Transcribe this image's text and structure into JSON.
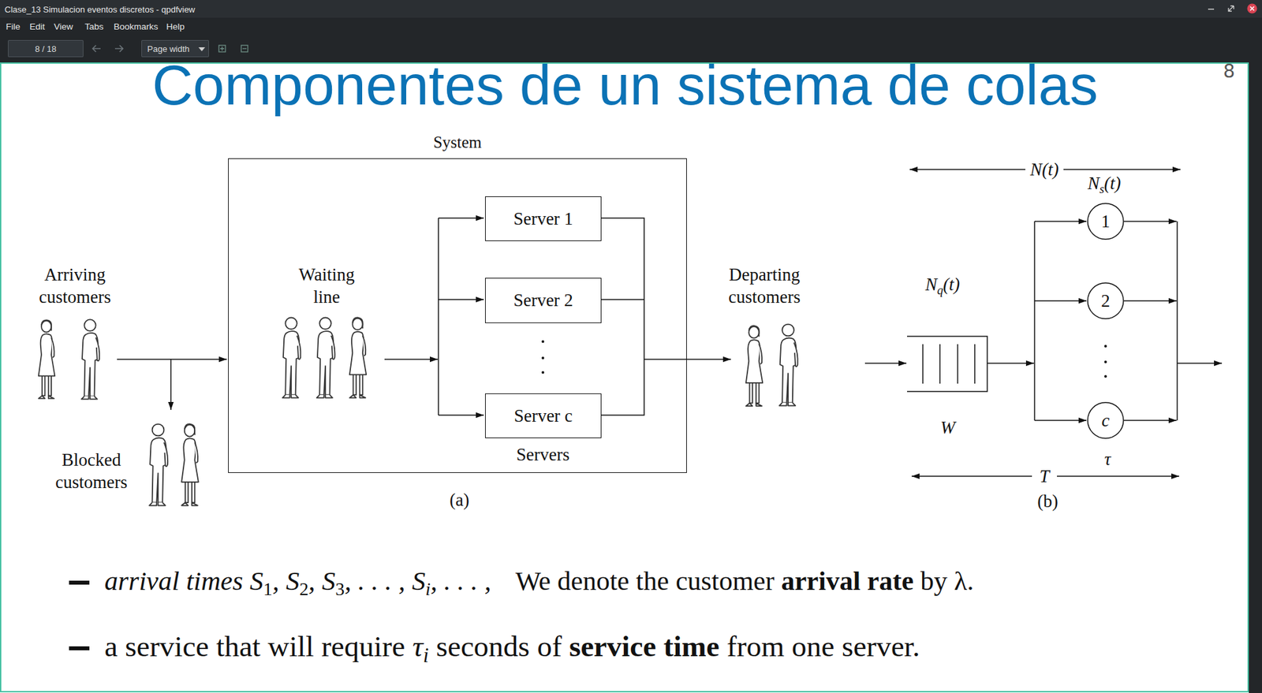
{
  "diagram": {
    "title": "Componentes de un sistema de colas",
    "nodes": [
      {
        "text": [
          "8 / 18"
        ]
      },
      {
        "text": [
          "Page width"
        ]
      },
      {
        "text": [
          "System"
        ]
      },
      {
        "text": [
          "Server 1"
        ],
        "in": 2
      },
      {
        "text": [
          "Server 2"
        ],
        "in": 2
      },
      {
        "text": [
          "Server c"
        ],
        "in": 2
      },
      {
        "text": [
          "1"
        ]
      },
      {
        "text": [
          "2"
        ]
      },
      {
        "text": [
          "c"
        ]
      }
    ],
    "labels": [
      "Clase_13 Simulacion eventos discretos - qpdfview",
      "File",
      "Edit",
      "View",
      "Tabs",
      "Bookmarks",
      "Help",
      "8",
      "Arriving customers",
      "Waiting line",
      "Servers",
      "Departing customers",
      "Blocked customers",
      "(a)",
      "N(t)",
      "N",
      "s",
      "(t)",
      "N",
      "q",
      "(t)",
      "W",
      "τ",
      "T",
      "(b)",
      "arrival times S",
      "1",
      ", S",
      "2",
      ", S",
      "3",
      ", . . . , S",
      "i",
      ", . . . ,",
      "We denote the customer",
      "arrival rate",
      "by λ.",
      "a service that will require",
      "τ",
      "i",
      "seconds of",
      "service time",
      "from one server."
    ]
  }
}
